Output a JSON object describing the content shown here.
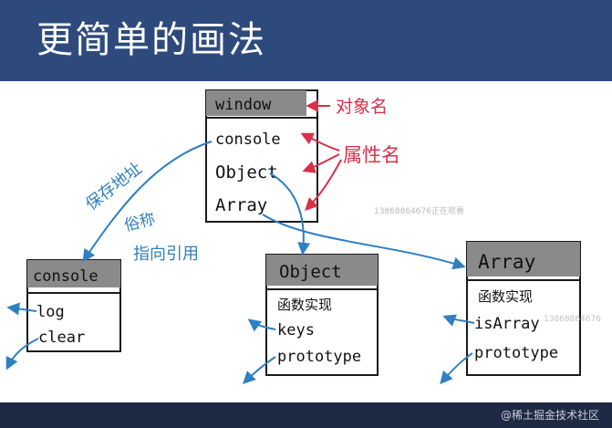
{
  "slide": {
    "title": "更简单的画法",
    "footer_credit": "@稀土掘金技术社区",
    "watermark": "13868864676正在观看",
    "watermark_short": "13868864676"
  },
  "colors": {
    "header_bg": "#2e4a7d",
    "footer_bg": "#1e2a44",
    "ink": "#1a1a1a",
    "red_annotation": "#d9304a",
    "blue_arrow": "#2f7fc1"
  },
  "boxes": {
    "window": {
      "title": "window",
      "fields": [
        "console",
        "Object",
        "Array"
      ]
    },
    "console": {
      "title": "console",
      "fields": [
        "log",
        "clear"
      ]
    },
    "object": {
      "title": "Object",
      "fields": [
        "函数实现",
        "keys",
        "prototype"
      ]
    },
    "array": {
      "title": "Array",
      "fields": [
        "函数实现",
        "isArray",
        "prototype"
      ]
    }
  },
  "annotations": {
    "object_name": "对象名",
    "property_name": "属性名",
    "save_address": "保存地址",
    "also_called": "俗称",
    "points_to_reference": "指向引用"
  }
}
